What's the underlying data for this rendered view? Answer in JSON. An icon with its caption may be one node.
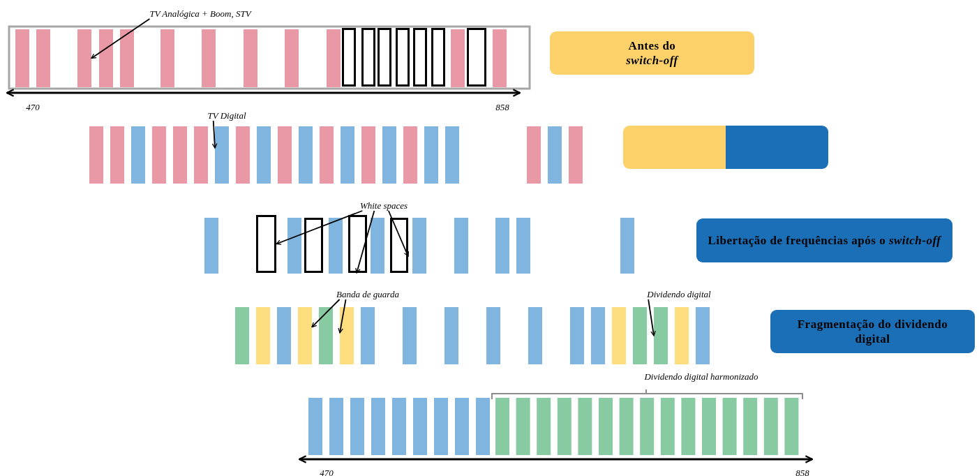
{
  "diagram": {
    "nodes": [
      {
        "text": [
          "TV Analógica + Boom, STV"
        ]
      },
      {
        "text": [],
        "shape": "bar"
      },
      {
        "text": [
          "Antes do *switch-off*"
        ]
      },
      {
        "text": [
          "TV Digital"
        ]
      },
      {
        "text": [],
        "shape": "bar"
      },
      {
        "text": [],
        "shape": "box"
      },
      {
        "text": [
          "White spaces"
        ]
      },
      {
        "text": [],
        "shape": "box"
      },
      {
        "text": [],
        "shape": "box"
      },
      {
        "text": [],
        "shape": "box"
      },
      {
        "text": [
          "Libertação de frequências após o *switch-off*"
        ]
      },
      {
        "text": [
          "Banda de guarda"
        ]
      },
      {
        "text": [],
        "shape": "bar"
      },
      {
        "text": [],
        "shape": "bar"
      },
      {
        "text": [
          "Dividendo digital"
        ]
      },
      {
        "text": [],
        "shape": "bar"
      },
      {
        "text": [
          "Fragmentação do dividendo digital"
        ]
      }
    ],
    "edges": [
      {
        "from": 0,
        "to": 1,
        "arrow": "to"
      },
      {
        "from": 3,
        "to": 4,
        "arrow": "to"
      },
      {
        "from": 6,
        "to": 7,
        "arrow": "to"
      },
      {
        "from": 6,
        "to": 8,
        "arrow": "to"
      },
      {
        "from": 6,
        "to": 9,
        "arrow": "to"
      },
      {
        "from": 11,
        "to": 12,
        "arrow": "to"
      },
      {
        "from": 11,
        "to": 13,
        "arrow": "to"
      },
      {
        "from": 14,
        "to": 15,
        "arrow": "to"
      }
    ],
    "labels": [
      "470",
      "858",
      "Dividendo digital harmonizado",
      "470",
      "858"
    ]
  }
}
